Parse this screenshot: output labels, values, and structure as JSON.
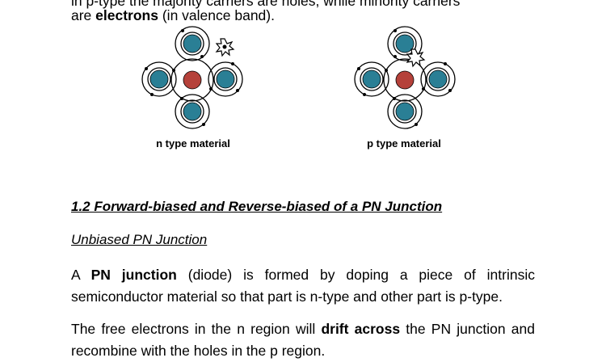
{
  "intro": {
    "top_fragment": "in p-type the majority carriers are holes, while minority carriers",
    "prefix": "are",
    "bold": "electrons",
    "suffix": "(in valence band)."
  },
  "diagrams": [
    {
      "caption": "n type material",
      "particle": "free electron"
    },
    {
      "caption": "p type material",
      "particle": "hole"
    }
  ],
  "colors": {
    "center_atom": "#b5413a",
    "outer_atom": "#2a7f95",
    "orbit": "#000000"
  },
  "section": {
    "heading": "1.2  Forward-biased and Reverse-biased of a PN Junction",
    "subheading": "Unbiased PN Junction"
  },
  "paragraph1": {
    "prefix": "A",
    "bold": "PN junction",
    "text": "(diode) is formed by doping a piece of intrinsic semiconductor material so that part is n-type and other part is p-type."
  },
  "paragraph2": {
    "prefix": "The free electrons in the n region will",
    "bold": "drift across",
    "suffix": "the PN junction and recombine with the holes in the p region."
  }
}
